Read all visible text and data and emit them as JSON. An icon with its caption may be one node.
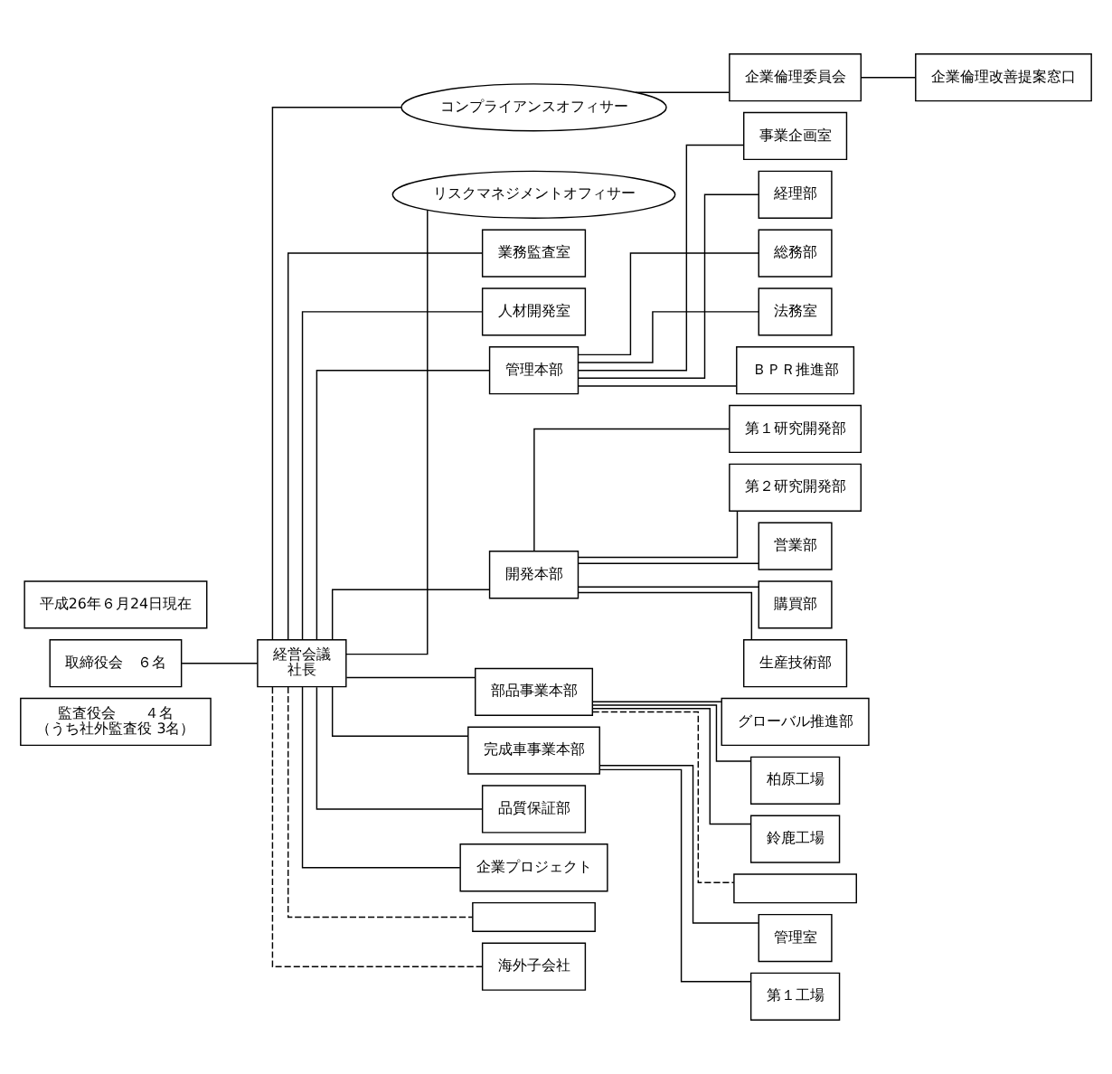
{
  "diagram": {
    "nodes": [
      {
        "text": [
          "監査役会　　４名",
          "（うち社外監査役 3名）"
        ]
      },
      {
        "text": [
          "取締役会　６名"
        ]
      },
      {
        "text": [
          "経営会議",
          "社長"
        ]
      },
      {
        "text": [
          "コンプライアンスオフィサー"
        ]
      },
      {
        "text": [
          "リスクマネジメントオフィサー"
        ]
      },
      {
        "text": [
          "企業倫理委員会"
        ]
      },
      {
        "text": [
          "企業倫理改善提案窓口"
        ]
      },
      {
        "text": [
          "業務監査室"
        ]
      },
      {
        "text": [
          "人材開発室"
        ]
      },
      {
        "text": [
          "管理本部"
        ]
      },
      {
        "text": [
          "事業企画室"
        ]
      },
      {
        "text": [
          "経理部"
        ]
      },
      {
        "text": [
          "総務部"
        ]
      },
      {
        "text": [
          "法務室"
        ]
      },
      {
        "text": [
          "ＢＰＲ推進部"
        ]
      },
      {
        "text": [
          "開発本部"
        ]
      },
      {
        "text": [
          "第１研究開発部"
        ]
      },
      {
        "text": [
          "第２研究開発部"
        ]
      },
      {
        "text": [
          "営業部"
        ]
      },
      {
        "text": [
          "購買部"
        ]
      },
      {
        "text": [
          "生産技術部"
        ]
      },
      {
        "text": [
          "部品事業本部"
        ]
      },
      {
        "text": [
          "グローバル推進部"
        ]
      },
      {
        "text": [
          "柏原工場"
        ]
      },
      {
        "text": [
          "鈴鹿工場"
        ]
      },
      {
        "text": [],
        "shape": "box"
      },
      {
        "text": [
          "完成車事業本部"
        ]
      },
      {
        "text": [
          "管理室"
        ]
      },
      {
        "text": [
          "第１工場"
        ]
      },
      {
        "text": [
          "品質保証部"
        ]
      },
      {
        "text": [
          "企業プロジェクト"
        ]
      },
      {
        "text": [],
        "shape": "box"
      },
      {
        "text": [
          "海外子会社"
        ]
      },
      {
        "text": [
          "平成26年６月24日現在"
        ]
      }
    ],
    "edges": [
      {
        "from": 1,
        "to": 2,
        "arrow": "none"
      },
      {
        "from": 2,
        "to": 3,
        "arrow": "none"
      },
      {
        "from": 2,
        "to": 4,
        "arrow": "none"
      },
      {
        "from": 3,
        "to": 5,
        "arrow": "none"
      },
      {
        "from": 5,
        "to": 6,
        "arrow": "none"
      },
      {
        "from": 2,
        "to": 7,
        "arrow": "none"
      },
      {
        "from": 2,
        "to": 8,
        "arrow": "none"
      },
      {
        "from": 2,
        "to": 9,
        "arrow": "none"
      },
      {
        "from": 9,
        "to": 10,
        "arrow": "none"
      },
      {
        "from": 9,
        "to": 11,
        "arrow": "none"
      },
      {
        "from": 9,
        "to": 12,
        "arrow": "none"
      },
      {
        "from": 9,
        "to": 13,
        "arrow": "none"
      },
      {
        "from": 9,
        "to": 14,
        "arrow": "none"
      },
      {
        "from": 2,
        "to": 15,
        "arrow": "none"
      },
      {
        "from": 15,
        "to": 16,
        "arrow": "none"
      },
      {
        "from": 15,
        "to": 17,
        "arrow": "none"
      },
      {
        "from": 15,
        "to": 18,
        "arrow": "none"
      },
      {
        "from": 15,
        "to": 19,
        "arrow": "none"
      },
      {
        "from": 15,
        "to": 20,
        "arrow": "none"
      },
      {
        "from": 2,
        "to": 21,
        "arrow": "none"
      },
      {
        "from": 21,
        "to": 22,
        "arrow": "none"
      },
      {
        "from": 21,
        "to": 23,
        "arrow": "none"
      },
      {
        "from": 21,
        "to": 24,
        "arrow": "none"
      },
      {
        "from": 21,
        "to": 25,
        "arrow": "none",
        "style": "dashed"
      },
      {
        "from": 2,
        "to": 26,
        "arrow": "none"
      },
      {
        "from": 26,
        "to": 27,
        "arrow": "none"
      },
      {
        "from": 26,
        "to": 28,
        "arrow": "none"
      },
      {
        "from": 2,
        "to": 29,
        "arrow": "none"
      },
      {
        "from": 2,
        "to": 30,
        "arrow": "none"
      },
      {
        "from": 2,
        "to": 31,
        "arrow": "none",
        "style": "dashed"
      },
      {
        "from": 2,
        "to": 32,
        "arrow": "none",
        "style": "dashed"
      }
    ]
  }
}
